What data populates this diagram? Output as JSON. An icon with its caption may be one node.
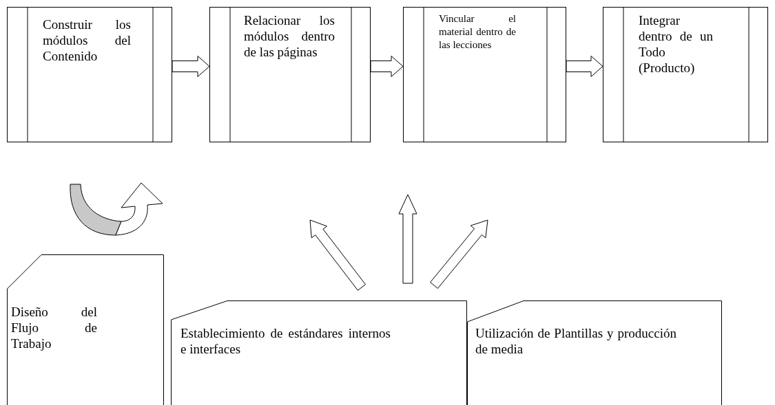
{
  "diagram": {
    "nodes": [
      {
        "text": [
          "Construir los módulos del Contenido"
        ]
      },
      {
        "text": [
          "Relacionar los módulos dentro de las páginas"
        ]
      },
      {
        "text": [
          "Vincular el material dentro de las lecciones"
        ]
      },
      {
        "text": [
          "Integrar dentro de un Todo (Producto)"
        ]
      },
      {
        "text": [
          "Diseño del Flujo de Trabajo"
        ]
      },
      {
        "text": [
          "Establecimiento de estándares internos e interfaces"
        ]
      },
      {
        "text": [
          "Utilización de Plantillas y producción de media"
        ]
      }
    ],
    "edges": [
      {
        "from": 0,
        "to": 1,
        "arrow": "to"
      },
      {
        "from": 1,
        "to": 2,
        "arrow": "to"
      },
      {
        "from": 2,
        "to": 3,
        "arrow": "to"
      },
      {
        "from": 5,
        "to": null,
        "arrow": "to"
      },
      {
        "from": 5,
        "to": null,
        "arrow": "to"
      },
      {
        "from": 5,
        "to": null,
        "arrow": "to"
      }
    ]
  }
}
